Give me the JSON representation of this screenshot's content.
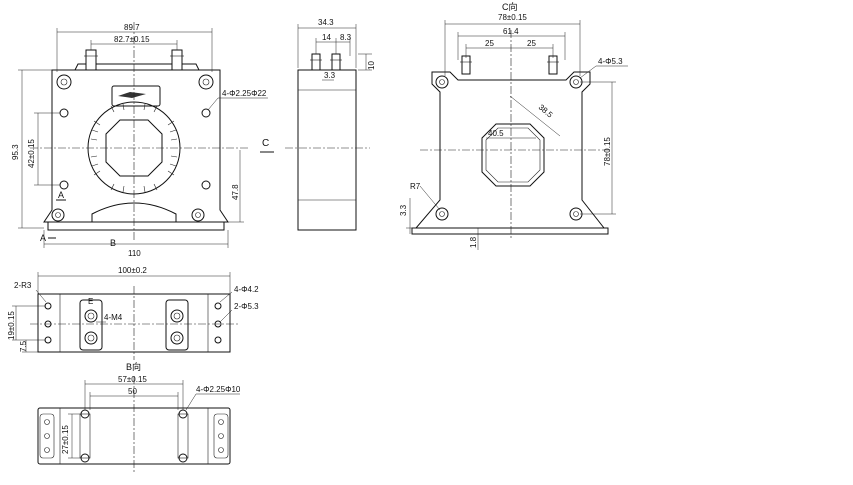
{
  "front_view": {
    "width_overall": "89.7",
    "terminal_spacing": "82.7±0.15",
    "mount_holes": "4-Φ2.25Φ22",
    "height_overall": "95.3",
    "center_height": "42±0.15",
    "right_height": "47.8",
    "base_width": "110",
    "section_a": "A",
    "section_a2": "A",
    "section_b": "B",
    "section_c": "C"
  },
  "side_view": {
    "depth": "34.3",
    "dim_14": "14",
    "dim_8_3": "8.3",
    "dim_10": "10",
    "dim_3_3": "3.3"
  },
  "c_view": {
    "title": "C向",
    "width": "78±0.15",
    "span": "61.4",
    "half_left": "25",
    "half_right": "25",
    "holes": "4-Φ5.3",
    "inner": "40.5",
    "diag": "38.5",
    "height": "78±0.15",
    "radius": "R7",
    "dim_3_3": "3.3",
    "dim_1_8": "1.8"
  },
  "top_view": {
    "width": "100±0.2",
    "radius": "2-R3",
    "holes_a": "4-Φ4.2",
    "holes_b": "2-Φ5.3",
    "thread": "4-M4",
    "dim_19": "19±0.15",
    "dim_7_5": "7.5",
    "terminal_label": "E"
  },
  "b_view": {
    "title": "B向",
    "span": "57±0.15",
    "inner": "50",
    "holes": "4-Φ2.25Φ10",
    "height": "27±0.15"
  }
}
